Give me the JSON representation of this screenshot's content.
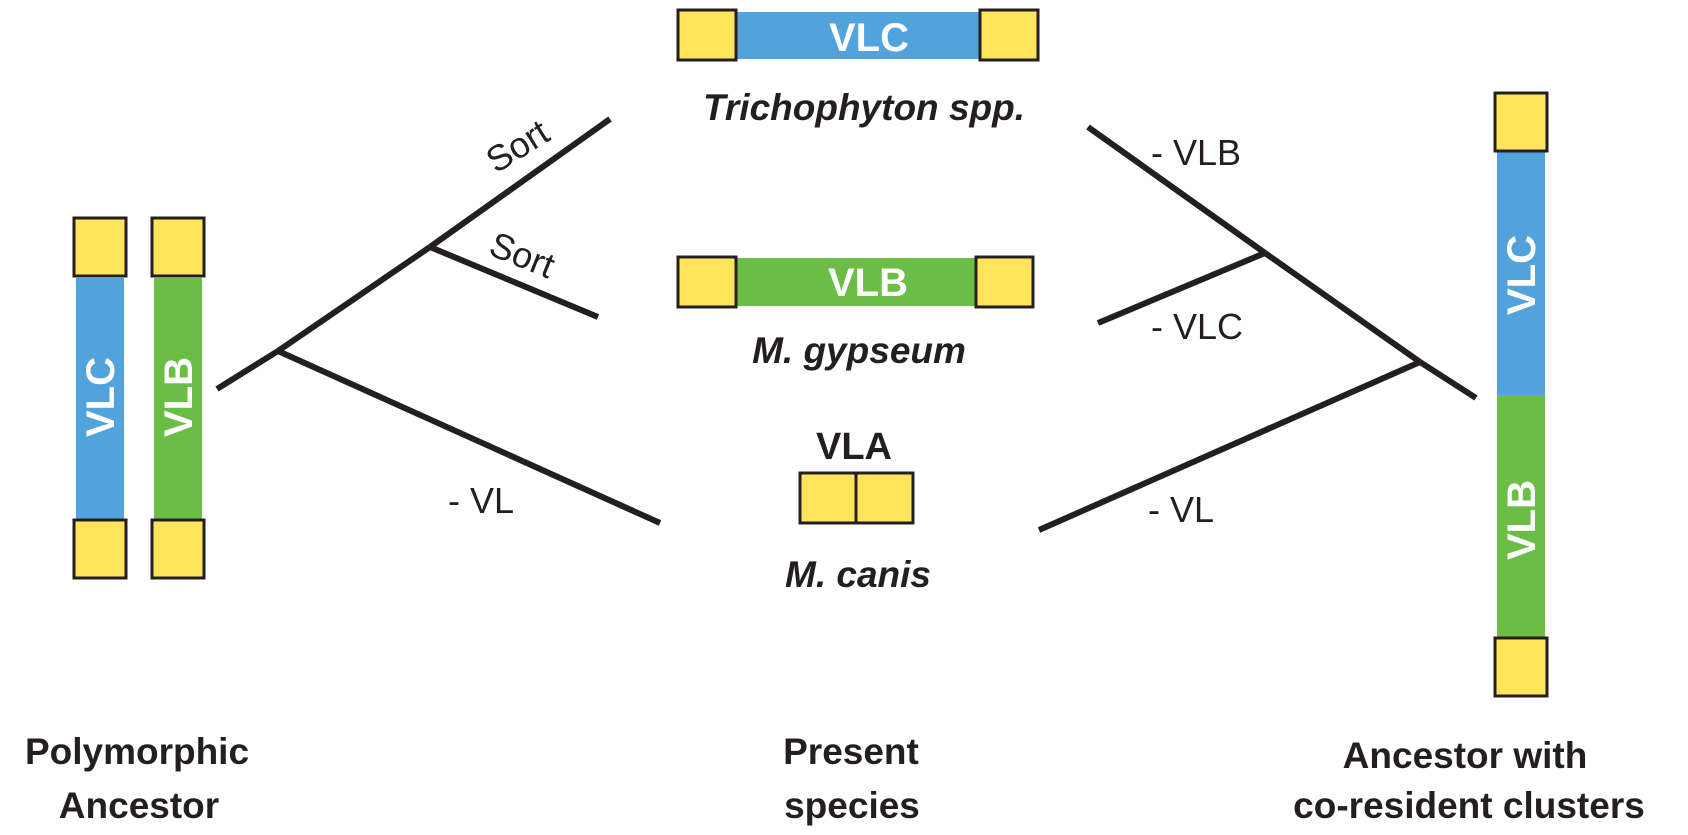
{
  "colors": {
    "vlc": "#52a3dc",
    "vlb": "#6cbd45",
    "box": "#ffe45c",
    "stroke": "#231f20"
  },
  "segments": {
    "vlc": "VLC",
    "vlb": "VLB",
    "vla": "VLA"
  },
  "species": {
    "trichophyton": "Trichophyton spp.",
    "gypseum": "M. gypseum",
    "canis": "M. canis"
  },
  "branch_labels": {
    "sort_upper": "Sort",
    "sort_lower": "Sort",
    "minus_vl_left": "- VL",
    "minus_vlb": "- VLB",
    "minus_vlc": "- VLC",
    "minus_vl_right": "- VL"
  },
  "captions": {
    "polymorphic_line1": "Polymorphic",
    "polymorphic_line2": "Ancestor",
    "present_line1": "Present",
    "present_line2": "species",
    "ancestor_line1": "Ancestor with",
    "ancestor_line2": "co-resident clusters"
  }
}
